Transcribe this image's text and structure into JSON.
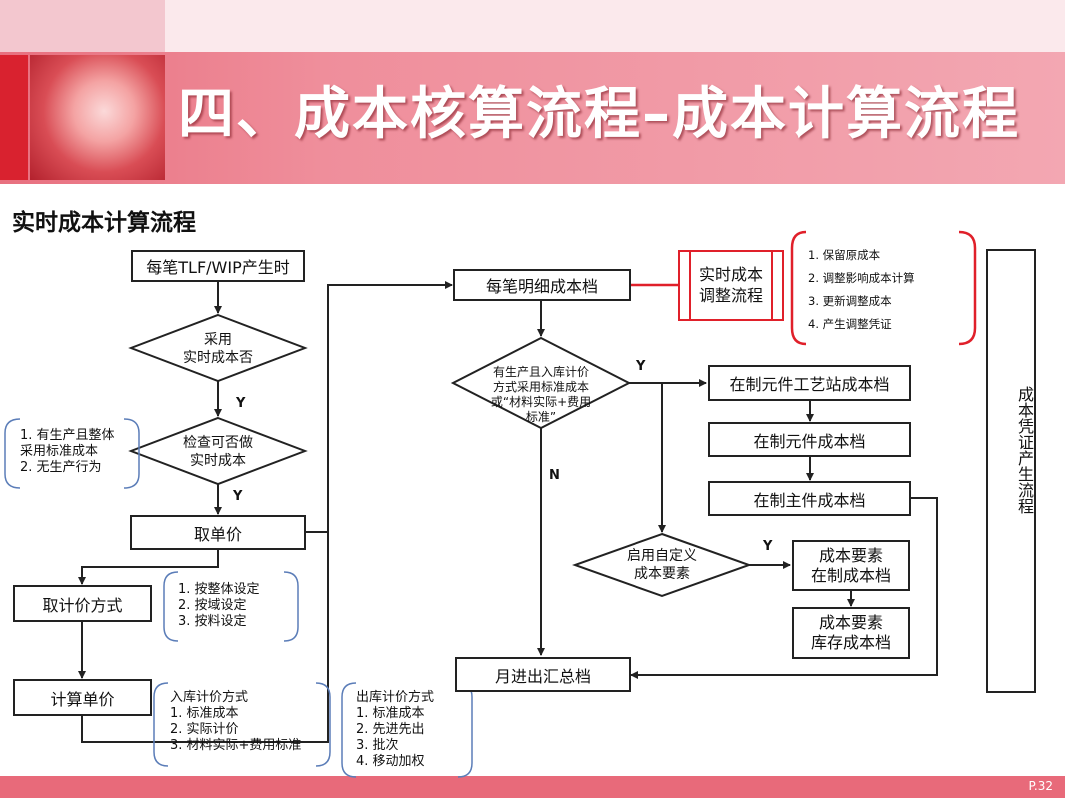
{
  "slide": {
    "title": "四、成本核算流程–成本计算流程",
    "subtitle": "实时成本计算流程",
    "page": "P.32"
  },
  "flow": {
    "start": "每笔TLF/WIP产生时",
    "decision_adopt": [
      "采用",
      "实时成本否"
    ],
    "decision_check": [
      "检查可否做",
      "实时成本"
    ],
    "get_price": "取单价",
    "price_method": "取计价方式",
    "calc_price": "计算单价",
    "detail_cost": "每笔明细成本档",
    "realtime_adjust": [
      "实时成本",
      "调整流程"
    ],
    "decision_std": [
      "有生产且入库计价",
      "方式采用标准成本",
      "或“材料实际+费用",
      "标准”"
    ],
    "wip_route_cost": "在制元件工艺站成本档",
    "wip_part_cost": "在制元件成本档",
    "wip_main_cost": "在制主件成本档",
    "decision_custom": [
      "启用自定义",
      "成本要素"
    ],
    "element_wip": [
      "成本要素",
      "在制成本档"
    ],
    "element_stock": [
      "成本要素",
      "库存成本档"
    ],
    "monthly_summary": "月进出汇总档",
    "voucher_flow": "成本凭证产生流程",
    "yes": "Y",
    "no": "N"
  },
  "notes": {
    "check_conditions": [
      "1. 有生产且整体",
      "采用标准成本",
      "2. 无生产行为"
    ],
    "price_methods": [
      "1. 按整体设定",
      "2. 按域设定",
      "3. 按料设定"
    ],
    "inbound": [
      "入库计价方式",
      "1. 标准成本",
      "2. 实际计价",
      "3. 材料实际+费用标准"
    ],
    "outbound": [
      "出库计价方式",
      "1. 标准成本",
      "2. 先进先出",
      "3. 批次",
      "4. 移动加权"
    ],
    "adjust_steps": [
      "1. 保留原成本",
      "2. 调整影响成本计算",
      "3. 更新调整成本",
      "4. 产生调整凭证"
    ]
  },
  "colors": {
    "title_band": "#ef8e9b",
    "accent_red": "#d9222f",
    "bracket_blue": "#5b7db8",
    "line": "#222222"
  }
}
